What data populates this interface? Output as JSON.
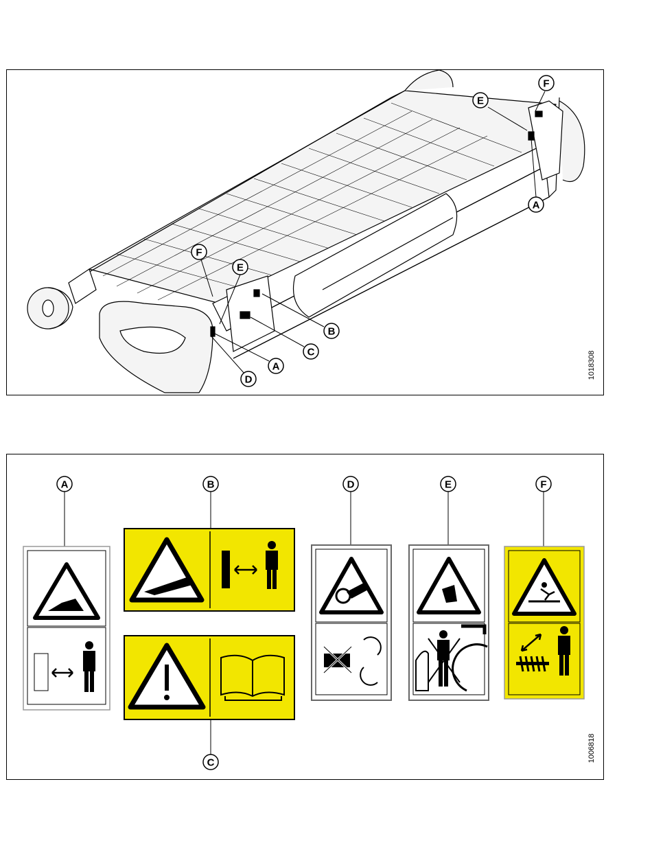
{
  "figure_top": {
    "figure_number": "1018308",
    "callouts": {
      "a_right": "A",
      "e_right": "E",
      "f_right": "F",
      "f_left": "F",
      "e_left": "E",
      "b": "B",
      "c": "C",
      "a_left": "A",
      "d": "D"
    }
  },
  "figure_bottom": {
    "figure_number": "1006818",
    "callouts": {
      "a": "A",
      "b": "B",
      "c": "C",
      "d": "D",
      "e": "E",
      "f": "F"
    }
  },
  "colors": {
    "safety_yellow": "#f2e600",
    "line": "#000000",
    "machine_fill": "#f4f4f4"
  }
}
